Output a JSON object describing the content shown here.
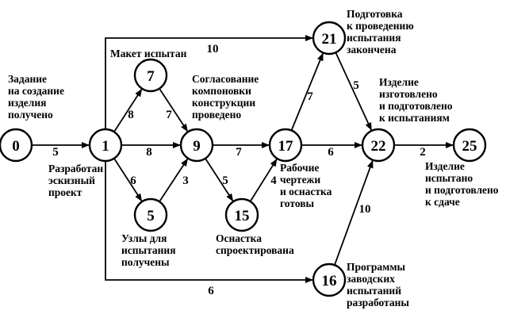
{
  "nodes": [
    {
      "id": "0",
      "label": "0"
    },
    {
      "id": "1",
      "label": "1"
    },
    {
      "id": "7",
      "label": "7"
    },
    {
      "id": "5",
      "label": "5"
    },
    {
      "id": "9",
      "label": "9"
    },
    {
      "id": "15",
      "label": "15"
    },
    {
      "id": "17",
      "label": "17"
    },
    {
      "id": "21",
      "label": "21"
    },
    {
      "id": "22",
      "label": "22"
    },
    {
      "id": "16",
      "label": "16"
    },
    {
      "id": "25",
      "label": "25"
    }
  ],
  "edges": [
    {
      "from": "0",
      "to": "1",
      "weight": "5"
    },
    {
      "from": "1",
      "to": "7",
      "weight": "8"
    },
    {
      "from": "1",
      "to": "9",
      "weight": "8"
    },
    {
      "from": "1",
      "to": "5",
      "weight": "6"
    },
    {
      "from": "1",
      "to": "21",
      "weight": "10"
    },
    {
      "from": "1",
      "to": "16",
      "weight": "6"
    },
    {
      "from": "7",
      "to": "9",
      "weight": "7"
    },
    {
      "from": "5",
      "to": "9",
      "weight": "3"
    },
    {
      "from": "9",
      "to": "17",
      "weight": "7"
    },
    {
      "from": "9",
      "to": "15",
      "weight": "5"
    },
    {
      "from": "15",
      "to": "17",
      "weight": "4"
    },
    {
      "from": "17",
      "to": "21",
      "weight": "7"
    },
    {
      "from": "17",
      "to": "22",
      "weight": "6"
    },
    {
      "from": "21",
      "to": "22",
      "weight": "5"
    },
    {
      "from": "16",
      "to": "22",
      "weight": "10"
    },
    {
      "from": "22",
      "to": "25",
      "weight": "2"
    }
  ],
  "annotations": [
    {
      "id": "task",
      "lines": [
        "Задание",
        "на создание",
        "изделия",
        "получено"
      ]
    },
    {
      "id": "draft",
      "lines": [
        "Разработан",
        "эскизный",
        "проект"
      ]
    },
    {
      "id": "mockup",
      "lines": [
        "Макет испытан"
      ]
    },
    {
      "id": "units",
      "lines": [
        "Узлы для",
        "испытания",
        "получены"
      ]
    },
    {
      "id": "agreement",
      "lines": [
        "Согласование",
        "компоновки",
        "конструкции",
        "проведено"
      ]
    },
    {
      "id": "tooling",
      "lines": [
        "Оснастка",
        "спроектирована"
      ]
    },
    {
      "id": "drawings",
      "lines": [
        "Рабочие",
        "чертежи",
        "и оснастка",
        "готовы"
      ]
    },
    {
      "id": "prep",
      "lines": [
        "Подготовка",
        "к проведению",
        "испытания",
        "закончена"
      ]
    },
    {
      "id": "made",
      "lines": [
        "Изделие",
        "изготовлено",
        "и подготовлено",
        "к испытаниям"
      ]
    },
    {
      "id": "tested",
      "lines": [
        "Изделие",
        "испытано",
        "и подготовлено",
        "к сдаче"
      ]
    },
    {
      "id": "programs",
      "lines": [
        "Программы",
        "заводских",
        "испытаний",
        "разработаны"
      ]
    }
  ]
}
